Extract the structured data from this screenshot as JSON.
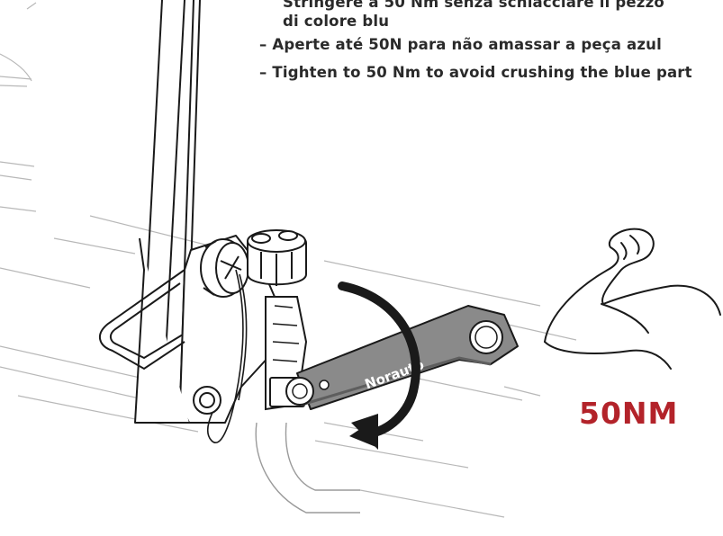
{
  "instructions": {
    "it_line1": "Stringere a 50 Nm senza schiacciare il pezzo",
    "it_line2": "di colore blu",
    "pt": "– Aperte até 50N para não amassar a peça azul",
    "en": "– Tighten to 50 Nm to avoid crushing the blue part"
  },
  "torque_label": "50NM",
  "wrench_brand": "Norauto",
  "colors": {
    "accent": "#b3232a",
    "line": "#1a1a1a",
    "wrench": "#8a8a8a",
    "wrench_dark": "#5e5e5e",
    "light_line": "#b8b8b8"
  },
  "icons": [
    "flexed-arm-icon",
    "rotation-arrow-icon"
  ]
}
